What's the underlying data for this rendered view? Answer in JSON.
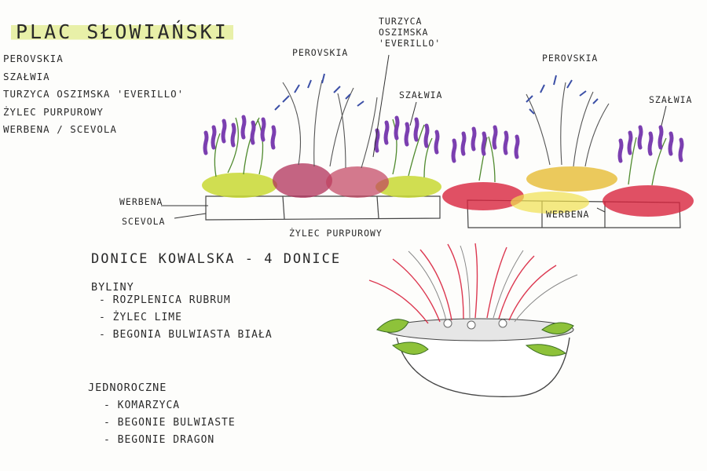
{
  "title": "PLAC SŁOWIAŃSKI",
  "plant_list": [
    "PEROVSKIA",
    "SZAŁWIA",
    "TURZYCA OSZIMSKA 'EVERILLO'",
    "ŻYLEC PURPUROWY",
    "WERBENA / SCEVOLA"
  ],
  "sketch_labels": {
    "perovskia_left": "PEROVSKIA",
    "turzyca": [
      "TURZYCA",
      "OSZIMSKA",
      "'EVERILLO'"
    ],
    "szalwia_left": "SZAŁWIA",
    "perovskia_right": "PEROVSKIA",
    "szalwia_right": "SZAŁWIA",
    "werbena_left": "WERBENA",
    "scevola": "SCEVOLA",
    "zylec": "ŻYLEC PURPUROWY",
    "werbena_right": "WERBENA"
  },
  "section2": {
    "heading": "DONICE KOWALSKA - 4 donice",
    "group1_title": "BYLINY",
    "group1_items": [
      "- ROZPLENICA RUBRUM",
      "- ŻYLEC LIME",
      "- BEGONIA BULWIASTA BIAŁA"
    ],
    "group2_title": "JEDNOROCZNE",
    "group2_items": [
      "- KOMARZYCA",
      "- BEGONIE BULWIASTE",
      "- BEGONIE DRAGON"
    ]
  },
  "colors": {
    "purple": "#7b3fb0",
    "blue": "#3b4fa6",
    "lime": "#c8d832",
    "red": "#d8243e",
    "magenta": "#b0305a",
    "green": "#4f8a2e",
    "yellow": "#f0e050"
  }
}
